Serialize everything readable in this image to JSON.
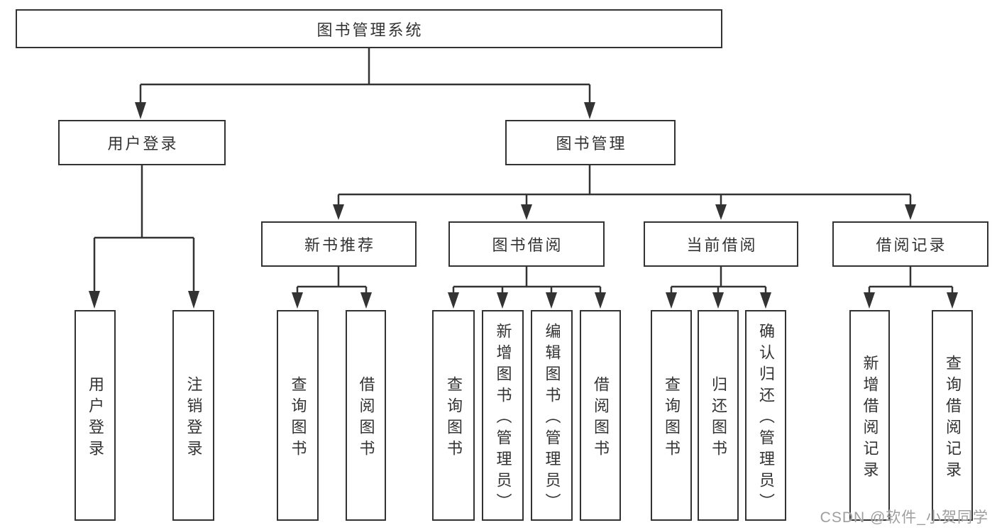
{
  "diagram_type": "hierarchy-tree",
  "watermark": "CSDN @软件_小贺同学",
  "colors": {
    "line": "#333333",
    "box_border": "#333333",
    "text": "#333333",
    "watermark_text": "#9e9e9e",
    "background": "#ffffff"
  },
  "tree": {
    "label": "图书管理系统",
    "children": [
      {
        "label": "用户登录",
        "children": [
          {
            "label": "用户登录"
          },
          {
            "label": "注销登录"
          }
        ]
      },
      {
        "label": "图书管理",
        "children": [
          {
            "label": "新书推荐",
            "children": [
              {
                "label": "查询图书"
              },
              {
                "label": "借阅图书"
              }
            ]
          },
          {
            "label": "图书借阅",
            "children": [
              {
                "label": "查询图书"
              },
              {
                "label": "新增图书（管理员）"
              },
              {
                "label": "编辑图书（管理员）"
              },
              {
                "label": "借阅图书"
              }
            ]
          },
          {
            "label": "当前借阅",
            "children": [
              {
                "label": "查询图书"
              },
              {
                "label": "归还图书"
              },
              {
                "label": "确认归还（管理员）"
              }
            ]
          },
          {
            "label": "借阅记录",
            "children": [
              {
                "label": "新增借阅记录"
              },
              {
                "label": "查询借阅记录"
              }
            ]
          }
        ]
      }
    ]
  }
}
